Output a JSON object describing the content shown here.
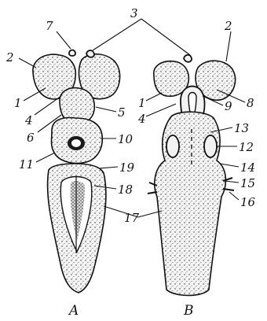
{
  "views": [
    {
      "id": "A",
      "caption": "A"
    },
    {
      "id": "B",
      "caption": "B"
    }
  ],
  "labels": {
    "n1a": "1",
    "n2a": "2",
    "n3": "3",
    "n4a": "4",
    "n5": "5",
    "n6": "6",
    "n7": "7",
    "n10": "10",
    "n11": "11",
    "n17": "17",
    "n18": "18",
    "n19": "19",
    "n1b": "1",
    "n2b": "2",
    "n4b": "4",
    "n8": "8",
    "n9": "9",
    "n12": "12",
    "n13": "13",
    "n14": "14",
    "n15": "15",
    "n16": "16"
  }
}
